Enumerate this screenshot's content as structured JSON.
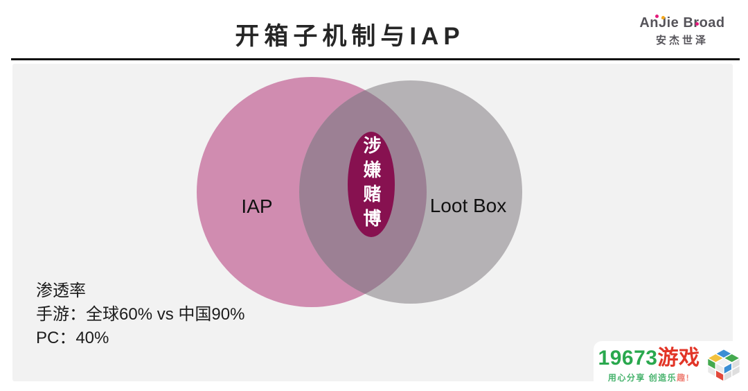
{
  "slide": {
    "title": "开箱子机制与IAP",
    "brand": {
      "name_en": "AnJie Broad",
      "name_cn": "安杰世泽",
      "dot_pink": "#e4197b",
      "dot_orange": "#f5a81c"
    },
    "venn": {
      "left_label": "IAP",
      "right_label": "Loot Box",
      "overlap_label": "涉嫌赌博",
      "colors": {
        "left": "#d08cb0",
        "right": "#b5b2b5",
        "overlap": "#9c8094",
        "badge": "#871150",
        "overlap_text": "#ffffff"
      }
    },
    "stats": {
      "heading": "渗透率",
      "line_mobile": "手游：全球60% vs 中国90%",
      "line_pc": "PC：40%"
    },
    "footer_logo": {
      "name_number": "19673",
      "name_cn": "游戏",
      "tagline_main": "用心分享 创造乐",
      "tagline_accent": "趣!",
      "colors": {
        "green": "#2aa84e",
        "red": "#e23527",
        "tagline_green": "#45b26b",
        "tagline_accent": "#ef8379",
        "cube_yellow": "#f2c23e",
        "cube_blue": "#3b8fd4",
        "cube_green": "#44a94f",
        "cube_red": "#e2493b"
      },
      "cube_icon": "rubiks-cube-icon"
    }
  }
}
